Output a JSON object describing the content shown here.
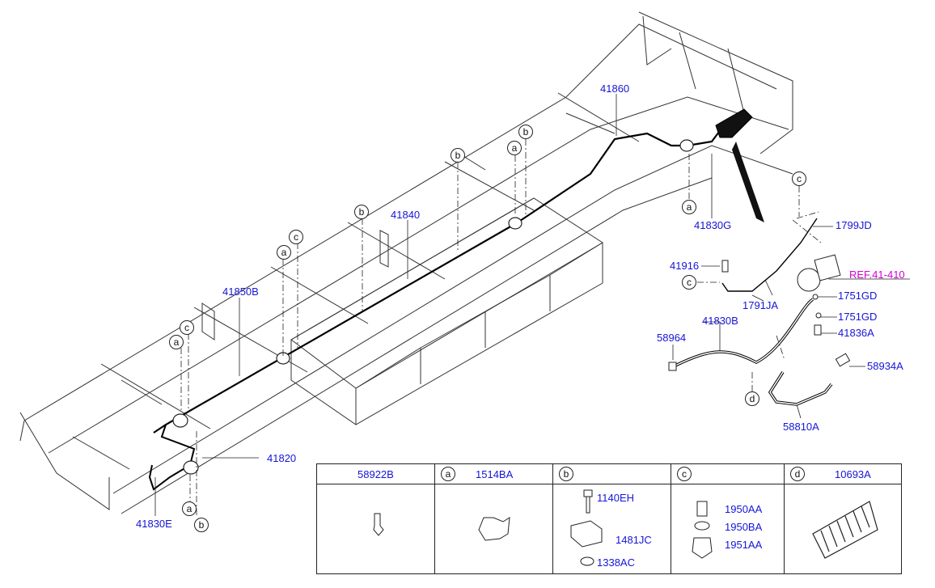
{
  "callouts": {
    "c41860": "41860",
    "c41840": "41840",
    "c41850B": "41850B",
    "c41820": "41820",
    "c41830E": "41830E",
    "c41830G": "41830G",
    "c1799JD": "1799JD",
    "c41916": "41916",
    "c1791JA": "1791JA",
    "ref": "REF.41-410",
    "c1751GD_1": "1751GD",
    "c1751GD_2": "1751GD",
    "c41836A": "41836A",
    "c41830B": "41830B",
    "c58964": "58964",
    "c58934A": "58934A",
    "c58810A": "58810A"
  },
  "markers": [
    "a",
    "b",
    "c",
    "d"
  ],
  "legend": {
    "cells": [
      {
        "letter": "",
        "code": "58922B",
        "parts": []
      },
      {
        "letter": "a",
        "code": "1514BA",
        "parts": []
      },
      {
        "letter": "b",
        "code": "",
        "parts": [
          "1140EH",
          "1481JC",
          "1338AC"
        ]
      },
      {
        "letter": "c",
        "code": "",
        "parts": [
          "1950AA",
          "1950BA",
          "1951AA"
        ]
      },
      {
        "letter": "d",
        "code": "10693A",
        "parts": []
      }
    ]
  },
  "colors": {
    "label": "#1515d6",
    "reference": "#d200d2",
    "line": "#222222"
  }
}
